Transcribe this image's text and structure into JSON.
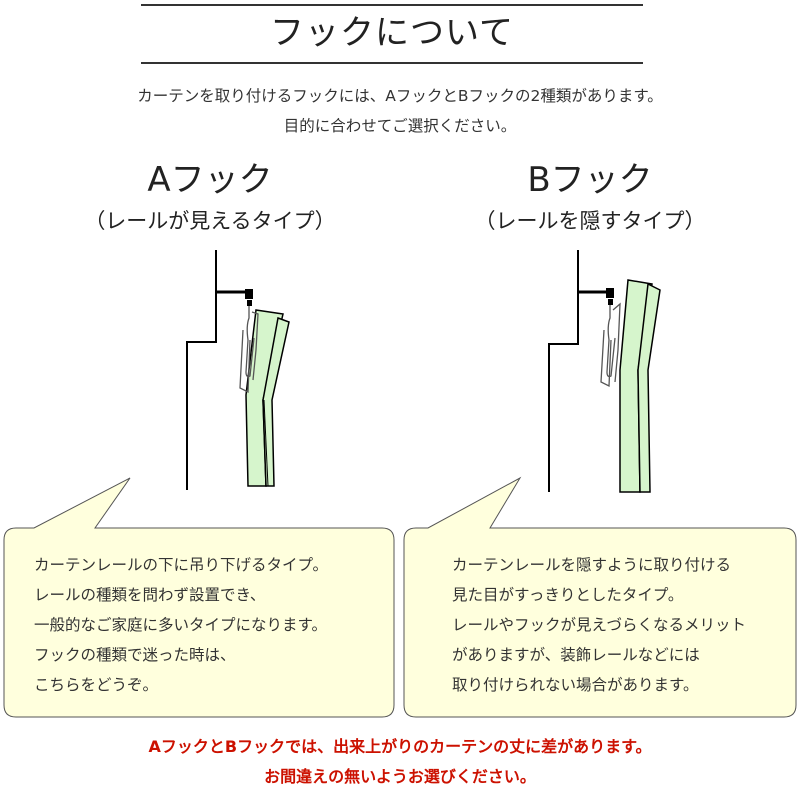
{
  "header": {
    "title": "フックについて"
  },
  "intro": {
    "line1": "カーテンを取り付けるフックには、AフックとBフックの2種類があります。",
    "line2": "目的に合わせてご選択ください。"
  },
  "hook_a": {
    "title": "Aフック",
    "subtitle": "（レールが見えるタイプ）",
    "description": [
      "カーテンレールの下に吊り下げるタイプ。",
      "レールの種類を問わず設置でき、",
      "一般的なご家庭に多いタイプになります。",
      "フックの種類で迷った時は、",
      "こちらをどうぞ。"
    ]
  },
  "hook_b": {
    "title": "Bフック",
    "subtitle": "（レールを隠すタイプ）",
    "description": [
      "カーテンレールを隠すように取り付ける",
      "見た目がすっきりとしたタイプ。",
      "レールやフックが見えづらくなるメリット",
      "がありますが、装飾レールなどには",
      "取り付けられない場合があります。"
    ]
  },
  "notice": {
    "line1": "AフックとBフックでは、出来上がりのカーテンの丈に差があります。",
    "line2": "お間違えの無いようお選びください。"
  },
  "colors": {
    "curtain_fill": "#d6f5cc",
    "bubble_fill": "#ffffdd",
    "notice_text": "#cc1100"
  }
}
